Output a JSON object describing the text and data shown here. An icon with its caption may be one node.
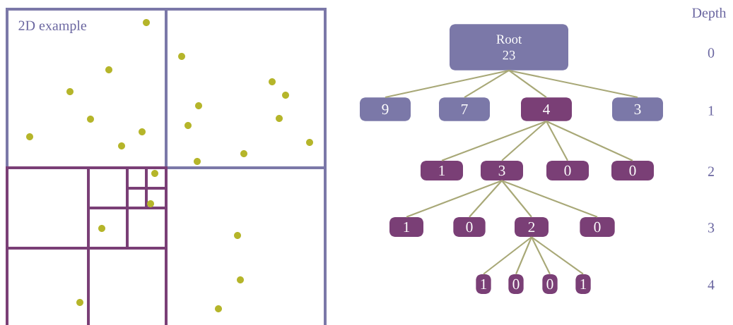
{
  "diagram": {
    "nodes": [
      {
        "text": [
          "Root",
          "23"
        ]
      },
      {
        "text": [
          "9"
        ]
      },
      {
        "text": [
          "7"
        ]
      },
      {
        "text": [
          "4"
        ]
      },
      {
        "text": [
          "3"
        ]
      },
      {
        "text": [
          "1"
        ]
      },
      {
        "text": [
          "3"
        ]
      },
      {
        "text": [
          "0"
        ]
      },
      {
        "text": [
          "0"
        ]
      },
      {
        "text": [
          "1"
        ]
      },
      {
        "text": [
          "0"
        ]
      },
      {
        "text": [
          "2"
        ]
      },
      {
        "text": [
          "0"
        ]
      },
      {
        "text": [
          "1"
        ]
      },
      {
        "text": [
          "0"
        ]
      },
      {
        "text": [
          "0"
        ]
      },
      {
        "text": [
          "1"
        ]
      }
    ],
    "edges": [
      {
        "from": 0,
        "to": 1,
        "arrow": "none"
      },
      {
        "from": 0,
        "to": 2,
        "arrow": "none"
      },
      {
        "from": 0,
        "to": 3,
        "arrow": "none"
      },
      {
        "from": 0,
        "to": 4,
        "arrow": "none"
      },
      {
        "from": 3,
        "to": 5,
        "arrow": "none"
      },
      {
        "from": 3,
        "to": 6,
        "arrow": "none"
      },
      {
        "from": 3,
        "to": 7,
        "arrow": "none"
      },
      {
        "from": 3,
        "to": 8,
        "arrow": "none"
      },
      {
        "from": 6,
        "to": 9,
        "arrow": "none"
      },
      {
        "from": 6,
        "to": 10,
        "arrow": "none"
      },
      {
        "from": 6,
        "to": 11,
        "arrow": "none"
      },
      {
        "from": 6,
        "to": 12,
        "arrow": "none"
      },
      {
        "from": 11,
        "to": 13,
        "arrow": "none"
      },
      {
        "from": 11,
        "to": 14,
        "arrow": "none"
      },
      {
        "from": 11,
        "to": 15,
        "arrow": "none"
      },
      {
        "from": 11,
        "to": 16,
        "arrow": "none"
      }
    ],
    "labels": [
      "2D example",
      "Depth",
      "0",
      "1",
      "2",
      "3",
      "4"
    ]
  }
}
